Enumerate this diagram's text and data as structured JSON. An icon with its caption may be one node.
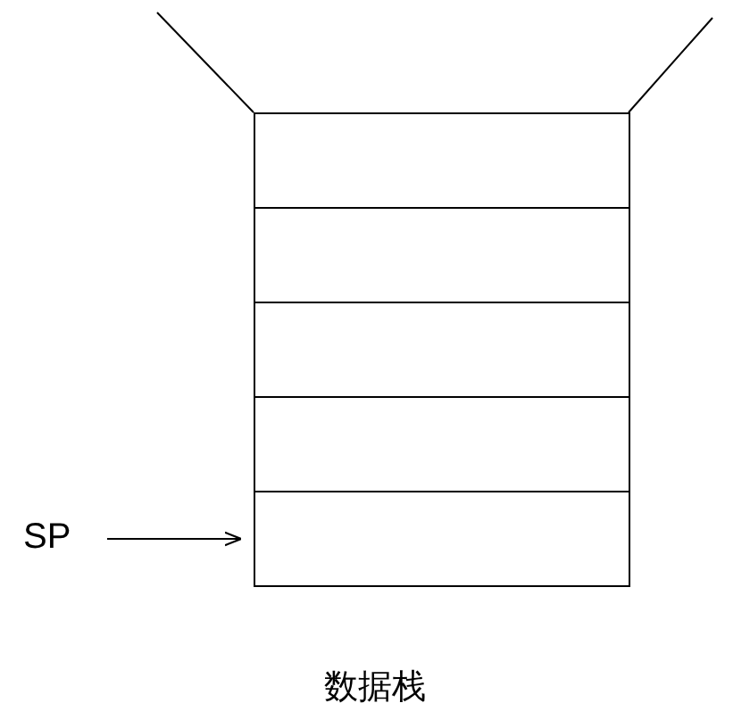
{
  "diagram": {
    "caption": "数据栈",
    "nodes": [
      {
        "text": [
          "SP"
        ]
      },
      {
        "text": [],
        "shape": "box"
      },
      {
        "text": [],
        "shape": "box"
      },
      {
        "text": [],
        "shape": "box"
      },
      {
        "text": [],
        "shape": "box"
      },
      {
        "text": [],
        "shape": "box"
      }
    ],
    "edges": [
      {
        "from": 0,
        "to": 5,
        "arrow": "to"
      }
    ]
  }
}
